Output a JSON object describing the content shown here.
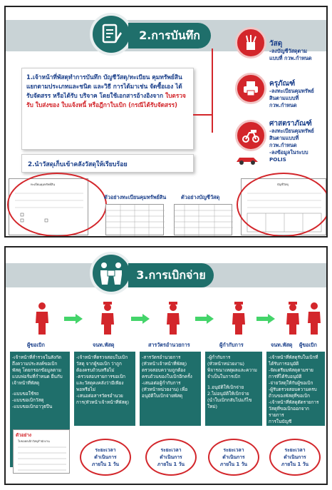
{
  "panel1": {
    "title": "2.การบันทึก",
    "box1": {
      "text_blue": "1.เจ้าหน้าที่พัสดุทำการบันทึก บัญชีวัสดุ/ทะเบียน คุมทรัพย์สินแยกตามประเภทและชนิด และวิธี การได้มาเช่น จัดซื้อเอง ได้รับจัดสรร หรือได้รับ บริจาค โดยใช้เอกสารอ้างอิงจาก",
      "text_red": "ใบตรวจรับ ใบส่งของ ใบแจ้งหนี้ หรือฎีกาใบเบิก (กรณีได้รับจัดสรร)"
    },
    "box2": "2.นำวัสดุเก็บเข้าคลังวัสดุให้เรียบร้อย",
    "categories": [
      {
        "title": "วัสดุ",
        "desc": [
          "-ลงบัญชีวัสดุตาม",
          "แบบที่ กวพ.กำหนด"
        ],
        "icon": "pencil-cup-icon"
      },
      {
        "title": "ครุภัณฑ์",
        "desc": [
          "-ลงทะเบียนคุมทรัพย์",
          "สินตามแบบที่",
          "กวพ.กำหนด"
        ],
        "icon": "printer-icon"
      },
      {
        "title": "ศาสตราภัณฑ์",
        "desc": [
          "-ลงทะเบียนคุมทรัพย์",
          "สินตามแบบที่",
          "กวพ.กำหนด",
          "-ลงข้อมูลในระบบ",
          "POLIS"
        ],
        "icon": "vehicle-icon"
      }
    ],
    "form_labels": {
      "asset_register": "ตัวอย่างทะเบียนคุมทรัพย์สิน",
      "supply_account": "ตัวอย่างบัญชีวัสดุ"
    },
    "form_text": {
      "left_title": "ทะเบียนคุมทรัพย์สิน",
      "right_title": "บัญชีวัสดุ"
    }
  },
  "panel2": {
    "title": "3.การเบิกจ่าย",
    "roles": [
      "ผู้ขอเบิก",
      "จนท.พัสดุ",
      "สารวัตรอำนวยการ",
      "ผู้กำกับการ",
      "จนท.พัสดุ",
      "ผู้ขอเบิก"
    ],
    "steps": [
      {
        "lines": [
          "-เจ้าหน้าที่สำรวจในสังกัด",
          "ถึงความประสงค์ขอเบิก",
          "พัสดุ โดยกรอกข้อมูลตาม",
          "แบบฟอร์มที่กำหนด ยื่นกับ",
          "เจ้าหน้าที่พัสดุ",
          "",
          "-แบบขอใช้รถ",
          "-แบบขอเบิกวัสดุ",
          "-แบบขอเบิกอาวุธปืน"
        ]
      },
      {
        "lines": [
          "-เจ้าหน้าที่ตรวจสอบใบเบิก",
          "วัสดุ จากผู้ขอเบิก ว่าถูก",
          "ต้องครบถ้วนหรือไม่",
          "-ตรวจสอบรายการขอเบิก",
          "และวัสดุคงคลังว่ามีเพียง",
          "พอหรือไม่",
          "-เสนอต่อสารวัตรอำนวย",
          "การ(หัวหน้าเจ้าหน้าที่พัสดุ)"
        ]
      },
      {
        "lines": [
          "-สารวัตรอำนวยการ",
          "(หัวหน้าเจ้าหน้าที่พัสดุ)",
          "ตรวจสอบความถูกต้อง",
          "ครบถ้วนของใบเบิกอีกครั้ง",
          "-เสนอต่อผู้กำกับการ",
          "(หัวหน้าหน่วยงาน) เพื่อ",
          "อนุมัติใบเบิกจ่ายพัสดุ"
        ]
      },
      {
        "lines": [
          "-ผู้กำกับการ",
          "(หัวหน้าหน่วยงาน)",
          "พิจารณาเหตุผลและความ",
          "จำเป็นในการเบิก",
          "",
          "1.อนุมัติให้เบิกจ่าย",
          "2.ไม่อนุมัติให้เบิกจ่าย",
          "(นำใบเบิกกลับไปแก้ไข",
          "ใหม่)"
        ]
      },
      {
        "lines": [
          "-เจ้าหน้าที่พัสดุรับใบเบิกที่",
          "ได้รับการอนุมัติ",
          "-จัดเตรียมพัสดุตามราย",
          "การที่ได้รับอนุมัติ",
          "-จ่ายวัสดุให้กับผู้ขอเบิก",
          "-ผู้รับตรวจสอบความครบ",
          "ถ้วนของพัสดุที่ขอเบิก",
          "-เจ้าหน้าที่พัสดุตัดรายการ",
          "วัสดุที่ขอเบิกออกจากรายการ",
          "การในบัญชี"
        ]
      }
    ],
    "example_label": "ตัวอย่าง",
    "example_form_title": "ใบขอยกเบิกวัสดุสำนักงาน",
    "duration": {
      "line1": "ระยะเวลา",
      "line2": "ดำเนินการ",
      "line3": "ภายใน 1 วัน"
    }
  },
  "colors": {
    "teal": "#1f6f6b",
    "red": "#d3262b",
    "blue": "#1a3f8a",
    "green_arrow": "#44d46a",
    "bar": "#c9d3d6"
  }
}
